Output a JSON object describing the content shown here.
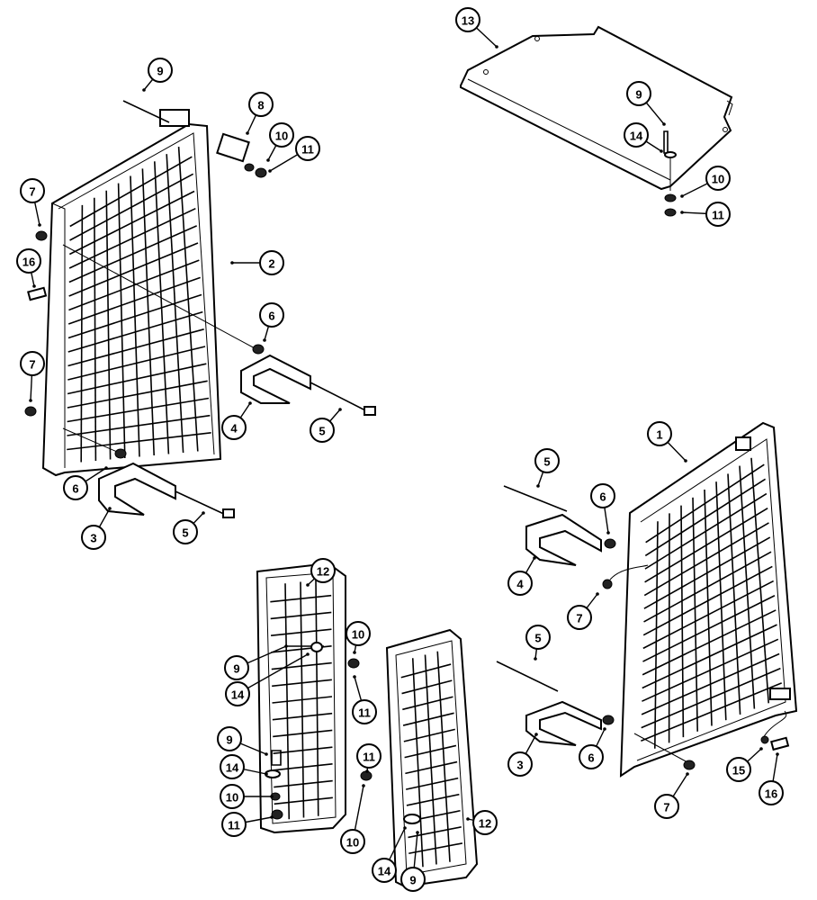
{
  "callouts": [
    {
      "label": "13"
    },
    {
      "label": "9"
    },
    {
      "label": "8"
    },
    {
      "label": "10"
    },
    {
      "label": "11"
    },
    {
      "label": "7"
    },
    {
      "label": "16"
    },
    {
      "label": "2"
    },
    {
      "label": "6"
    },
    {
      "label": "7"
    },
    {
      "label": "4"
    },
    {
      "label": "5"
    },
    {
      "label": "6"
    },
    {
      "label": "3"
    },
    {
      "label": "5"
    },
    {
      "label": "9"
    },
    {
      "label": "14"
    },
    {
      "label": "10"
    },
    {
      "label": "11"
    },
    {
      "label": "1"
    },
    {
      "label": "5"
    },
    {
      "label": "6"
    },
    {
      "label": "4"
    },
    {
      "label": "7"
    },
    {
      "label": "12"
    },
    {
      "label": "10"
    },
    {
      "label": "9"
    },
    {
      "label": "14"
    },
    {
      "label": "11"
    },
    {
      "label": "5"
    },
    {
      "label": "9"
    },
    {
      "label": "11"
    },
    {
      "label": "14"
    },
    {
      "label": "10"
    },
    {
      "label": "11"
    },
    {
      "label": "10"
    },
    {
      "label": "12"
    },
    {
      "label": "14"
    },
    {
      "label": "9"
    },
    {
      "label": "3"
    },
    {
      "label": "6"
    },
    {
      "label": "7"
    },
    {
      "label": "15"
    },
    {
      "label": "16"
    }
  ]
}
